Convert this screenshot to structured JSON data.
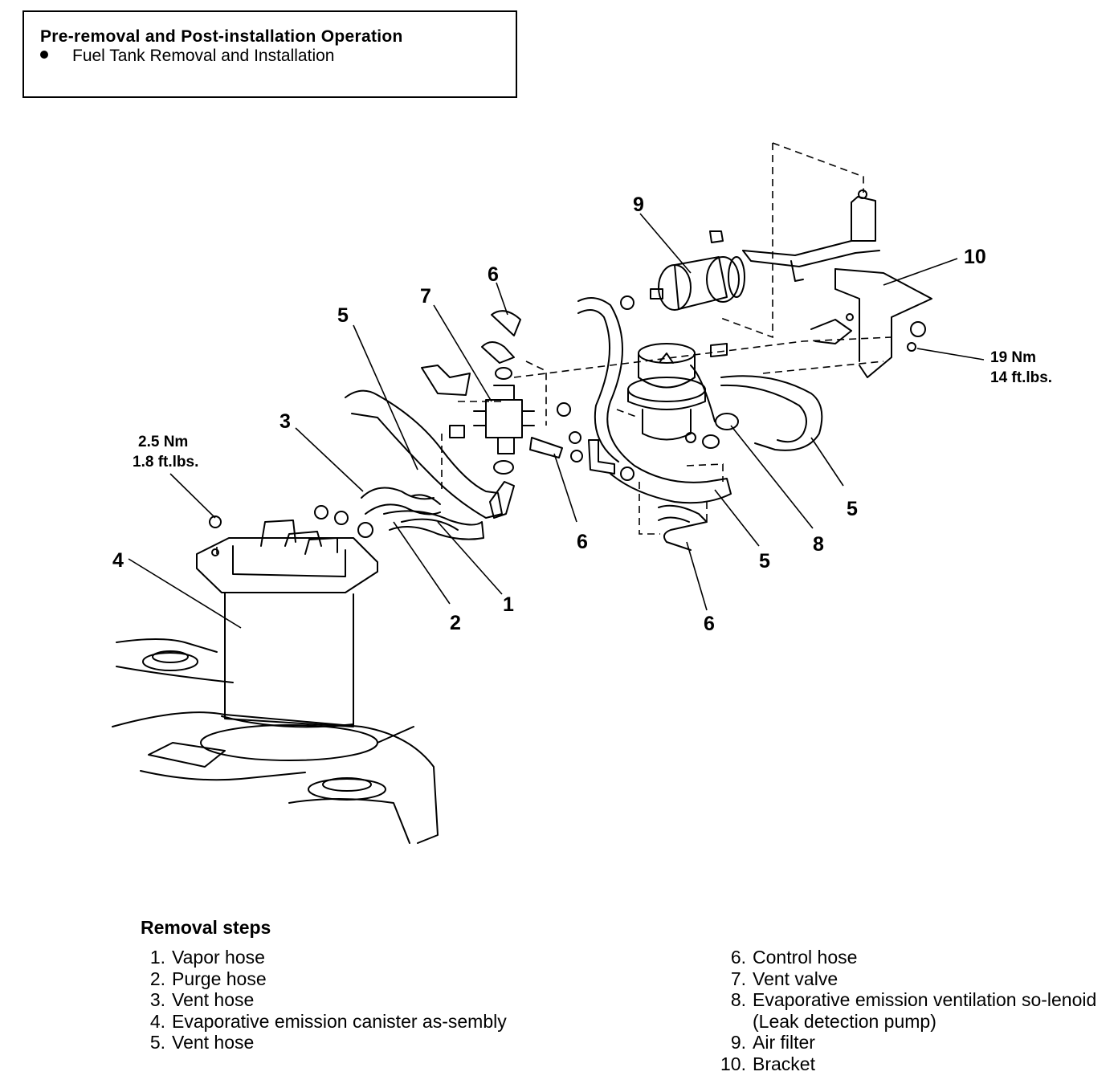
{
  "header": {
    "title": "Pre-removal and Post-installation Operation",
    "items": [
      "Fuel Tank Removal and Installation"
    ]
  },
  "callouts": {
    "c9": "9",
    "c10": "10",
    "c6_top": "6",
    "c7": "7",
    "c5_left": "5",
    "c3": "3",
    "c4": "4",
    "c1": "1",
    "c2": "2",
    "c6_mid": "6",
    "c5_right": "5",
    "c8": "8",
    "c5_bottom": "5",
    "c6_bottom": "6"
  },
  "torque": {
    "canister_nm": "2.5 Nm",
    "canister_ftlb": "1.8 ft.lbs.",
    "bracket_nm": "19 Nm",
    "bracket_ftlb": "14 ft.lbs."
  },
  "removal": {
    "heading": "Removal steps",
    "steps_left": [
      {
        "num": "1.",
        "text": "Vapor hose"
      },
      {
        "num": "2.",
        "text": "Purge hose"
      },
      {
        "num": "3.",
        "text": "Vent hose"
      },
      {
        "num": "4.",
        "text": "Evaporative emission canister as-sembly"
      },
      {
        "num": "5.",
        "text": "Vent hose"
      }
    ],
    "steps_right": [
      {
        "num": "6.",
        "text": "Control hose"
      },
      {
        "num": "7.",
        "text": "Vent valve"
      },
      {
        "num": "8.",
        "text": "Evaporative emission ventilation so-lenoid (Leak detection pump)"
      },
      {
        "num": "9.",
        "text": "Air filter"
      },
      {
        "num": "10.",
        "text": "Bracket"
      }
    ]
  }
}
